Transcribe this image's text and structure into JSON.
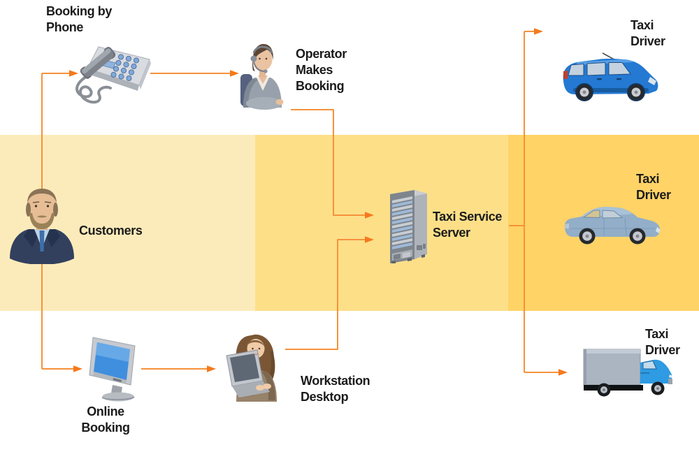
{
  "colors": {
    "background": "#FFFFFF",
    "connector_line": "#F6923B",
    "arrowhead": "#F5791D",
    "label_text": "#1B1B1B"
  },
  "zones": [
    {
      "name": "customers-zone",
      "color": "#FCEBBA"
    },
    {
      "name": "operators-zone",
      "color": "#FDDF88"
    },
    {
      "name": "drivers-zone",
      "color": "#FFD366"
    }
  ],
  "nodes": {
    "booking_by_phone": {
      "label": "Booking by\nPhone",
      "icon": "telephone-icon"
    },
    "operator": {
      "label": "Operator\nMakes\nBooking",
      "icon": "operator-headset-icon"
    },
    "customers": {
      "label": "Customers",
      "icon": "customer-man-icon"
    },
    "online_booking": {
      "label": "Online\nBooking",
      "icon": "desktop-monitor-icon"
    },
    "workstation": {
      "label": "Workstation\nDesktop",
      "icon": "woman-laptop-icon"
    },
    "server": {
      "label": "Taxi Service\nServer",
      "icon": "server-rack-icon"
    },
    "taxi_driver_top": {
      "label": "Taxi\nDriver",
      "icon": "blue-hatchback-icon"
    },
    "taxi_driver_middle": {
      "label": "Taxi\nDriver",
      "icon": "sedan-car-icon"
    },
    "taxi_driver_bottom": {
      "label": "Taxi\nDriver",
      "icon": "box-truck-icon"
    }
  },
  "edges": [
    {
      "from": "customers",
      "to": "booking_by_phone"
    },
    {
      "from": "booking_by_phone",
      "to": "operator"
    },
    {
      "from": "customers",
      "to": "online_booking"
    },
    {
      "from": "online_booking",
      "to": "workstation"
    },
    {
      "from": "operator",
      "to": "server"
    },
    {
      "from": "workstation",
      "to": "server"
    },
    {
      "from": "server",
      "to": "taxi_driver_top"
    },
    {
      "from": "server",
      "to": "taxi_driver_middle"
    },
    {
      "from": "server",
      "to": "taxi_driver_bottom"
    }
  ]
}
